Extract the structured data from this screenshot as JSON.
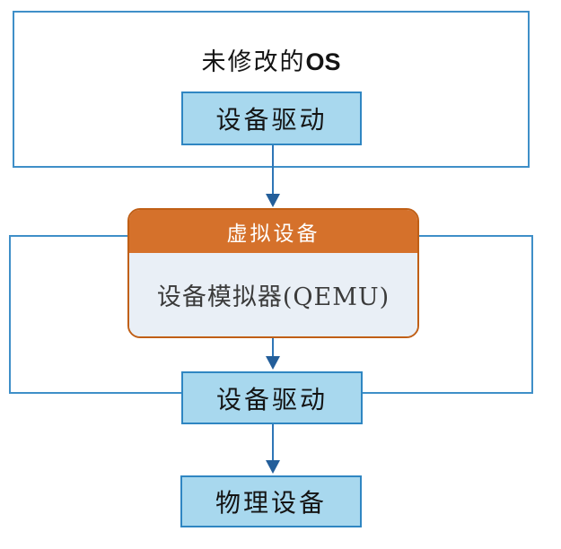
{
  "diagram": {
    "guest_os_box": {
      "title_cn": "未修改的",
      "title_en": "OS"
    },
    "driver_top": {
      "label": "设备驱动"
    },
    "virtual_device": {
      "header": "虚拟设备",
      "body": "设备模拟器(QEMU)"
    },
    "driver_bottom": {
      "label": "设备驱动"
    },
    "physical_device": {
      "label": "物理设备"
    },
    "colors": {
      "outer_border_blue": "#3f8fc8",
      "node_fill_blue": "#a8d8ee",
      "node_border_blue": "#2f86c2",
      "arrow_blue": "#2e76b6",
      "arrowhead_blue": "#235e9a",
      "orange_header": "#d5712b",
      "orange_border": "#c05f16",
      "orange_body_fill": "#e9eff6",
      "header_text": "#ffffff",
      "label_text": "#141414"
    }
  }
}
